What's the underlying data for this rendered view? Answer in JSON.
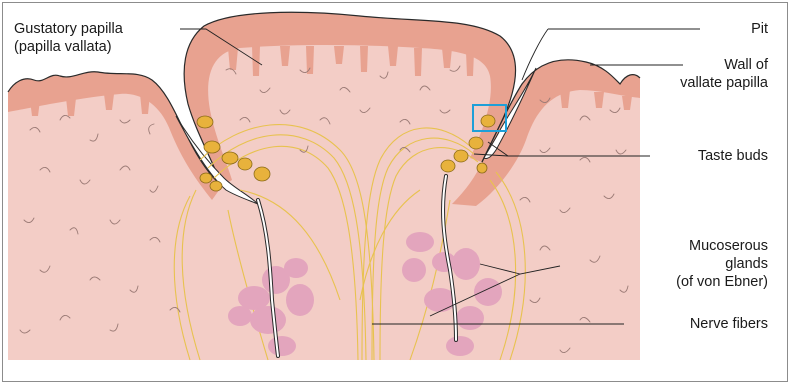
{
  "labels": {
    "gustatory_line1": "Gustatory papilla",
    "gustatory_line2": "(papilla vallata)",
    "pit": "Pit",
    "wall_line1": "Wall of",
    "wall_line2": "vallate papilla",
    "taste_buds": "Taste buds",
    "glands_line1": "Mucoserous",
    "glands_line2": "glands",
    "glands_line3": "(of von Ebner)",
    "nerve_fibers": "Nerve fibers"
  },
  "colors": {
    "tissue": "#f3cdc6",
    "epithelium": "#e8a290",
    "taste_bud": "#e8b23c",
    "gland": "#e3a5bd",
    "nerve": "#e8c24f",
    "highlight_box": "#1e9fd8",
    "leader_line": "#222222"
  }
}
